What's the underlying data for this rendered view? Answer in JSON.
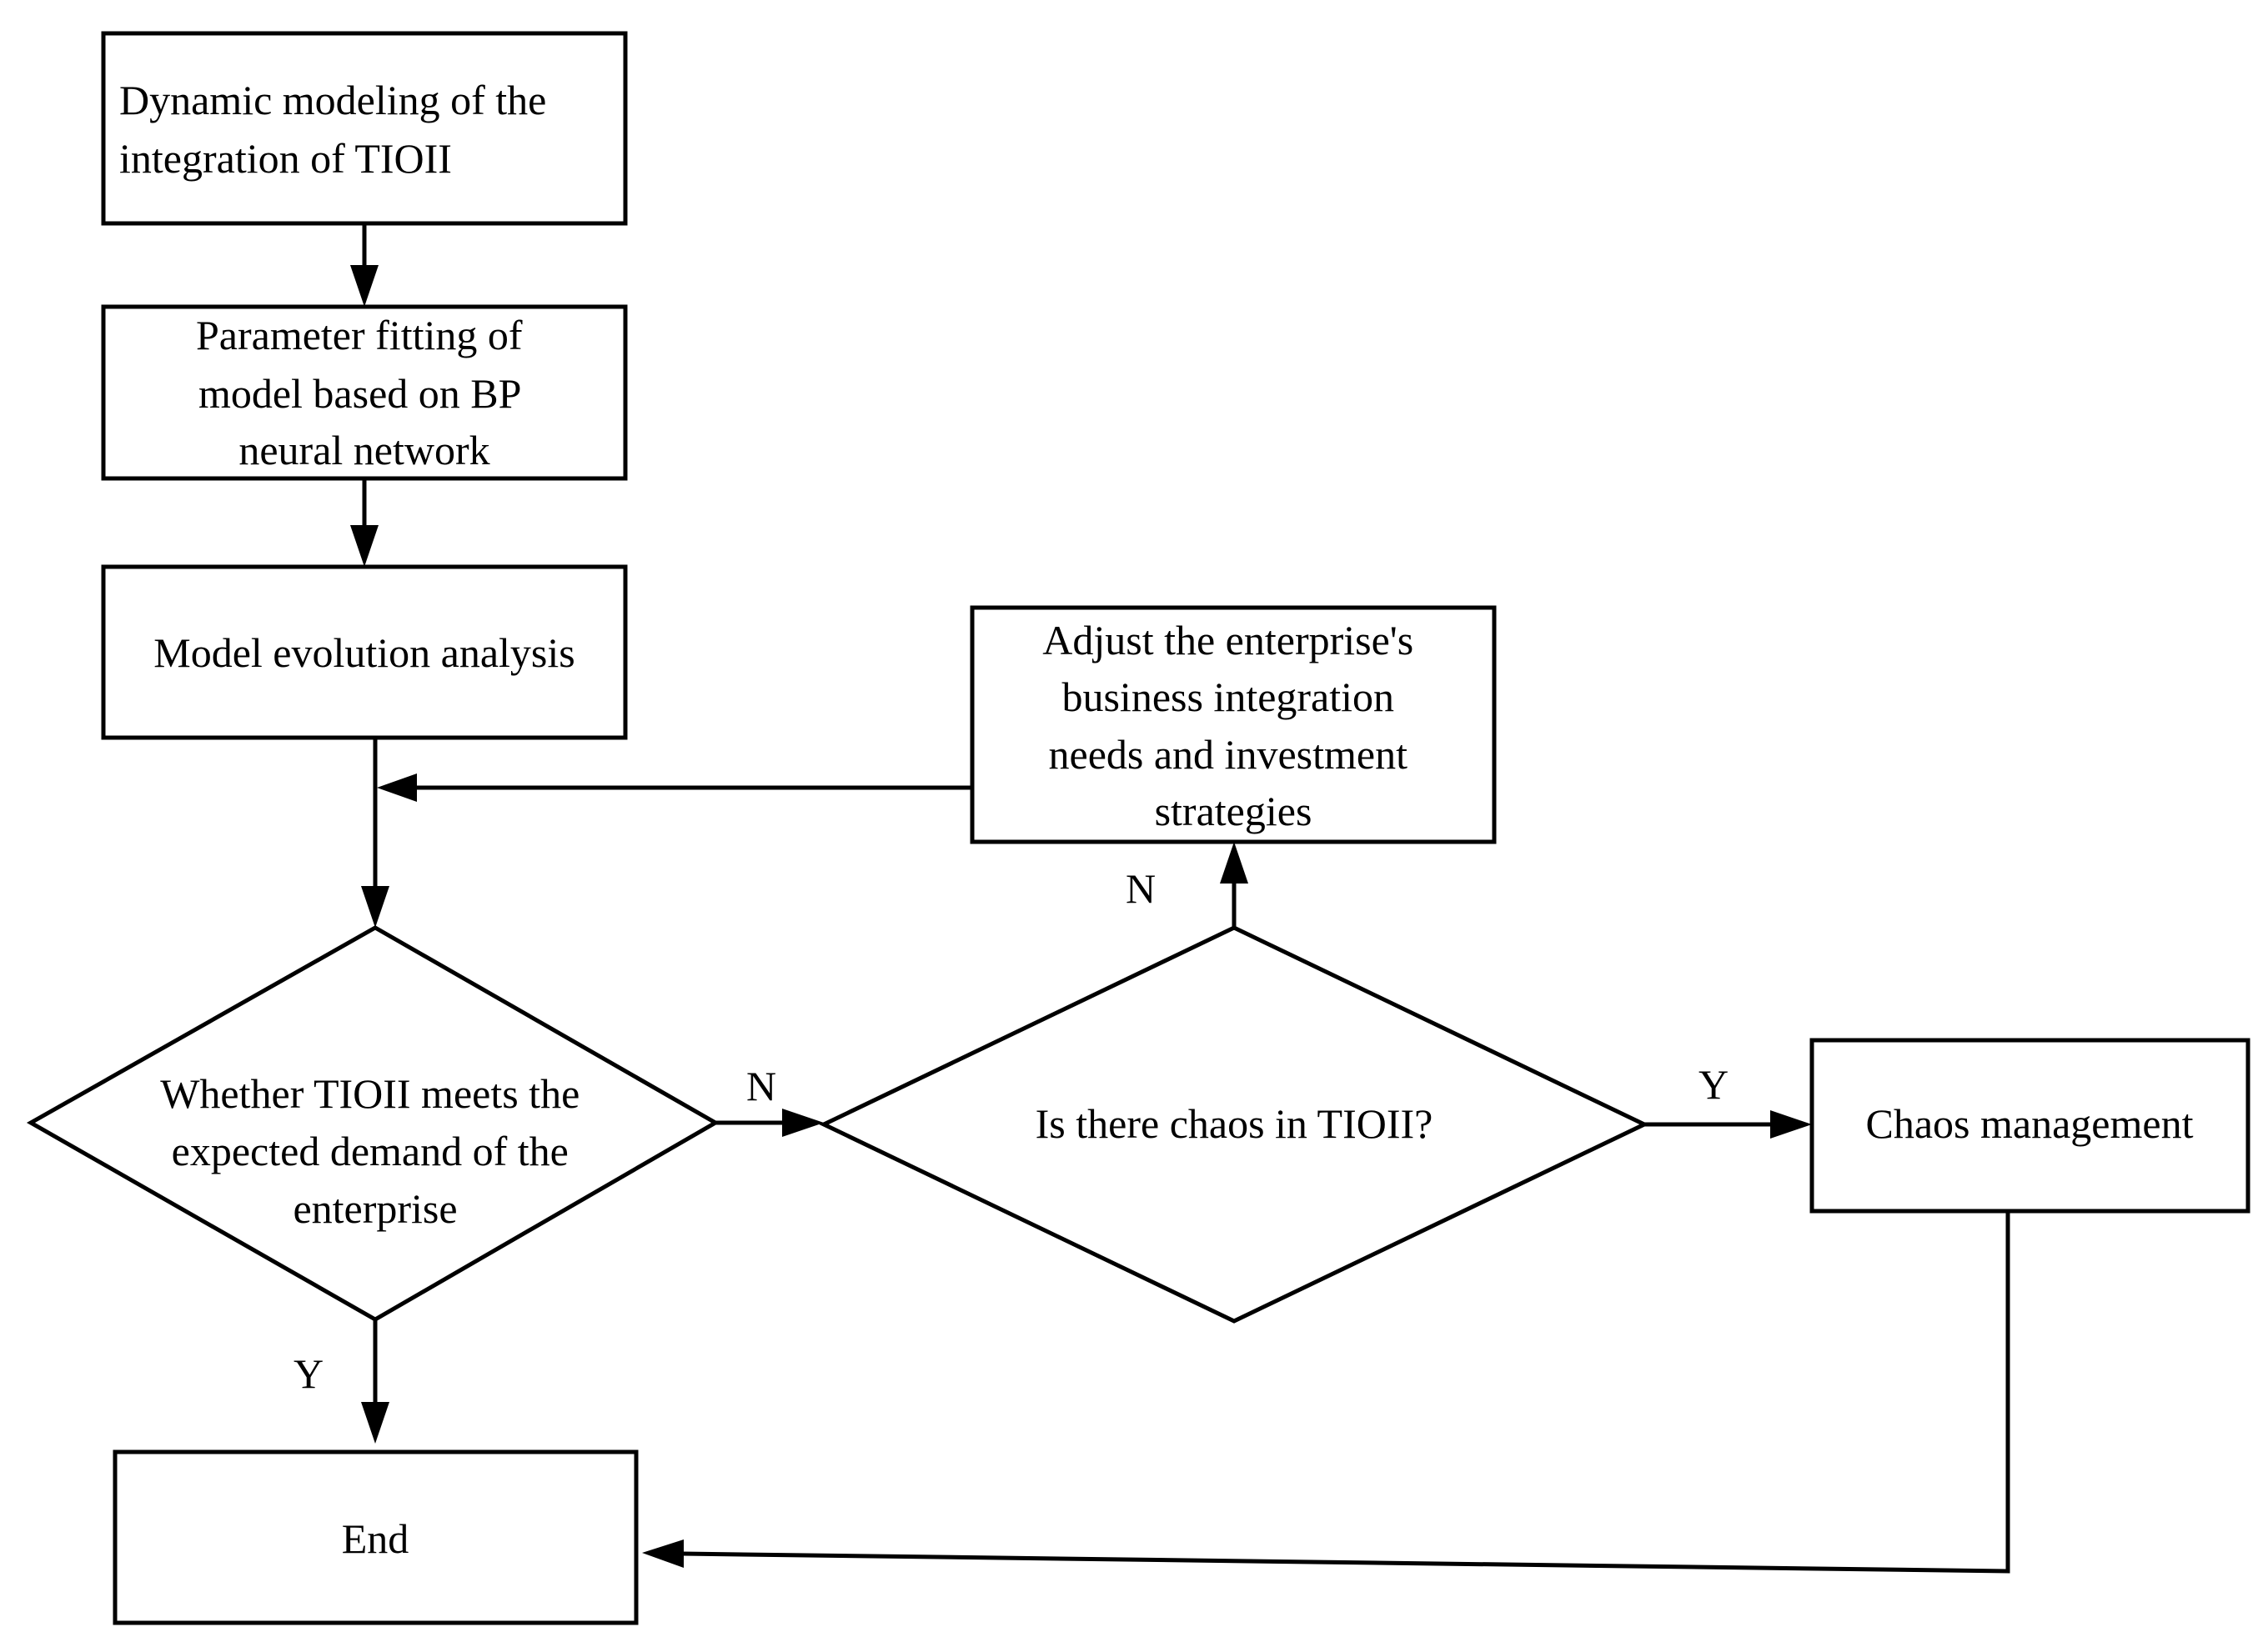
{
  "nodes": {
    "dynamic_modeling": {
      "lines": [
        "Dynamic modeling of the",
        "integration of  TIOII"
      ]
    },
    "parameter_fitting": {
      "lines": [
        "Parameter fitting of",
        "model based on BP",
        "neural network"
      ]
    },
    "model_evolution": {
      "lines": [
        "Model evolution analysis"
      ]
    },
    "adjust_strategies": {
      "lines": [
        "Adjust the enterprise's",
        "business integration",
        "needs and investment",
        "strategies"
      ]
    },
    "decision_demand": {
      "lines": [
        "Whether TIOII meets the",
        "expected demand of the",
        "enterprise"
      ]
    },
    "decision_chaos": {
      "lines": [
        "Is there chaos in TIOII?"
      ]
    },
    "chaos_management": {
      "lines": [
        "Chaos management"
      ]
    },
    "end": {
      "lines": [
        "End"
      ]
    }
  },
  "edge_labels": {
    "demand_no": "N",
    "demand_yes": "Y",
    "chaos_no": "N",
    "chaos_yes": "Y"
  }
}
